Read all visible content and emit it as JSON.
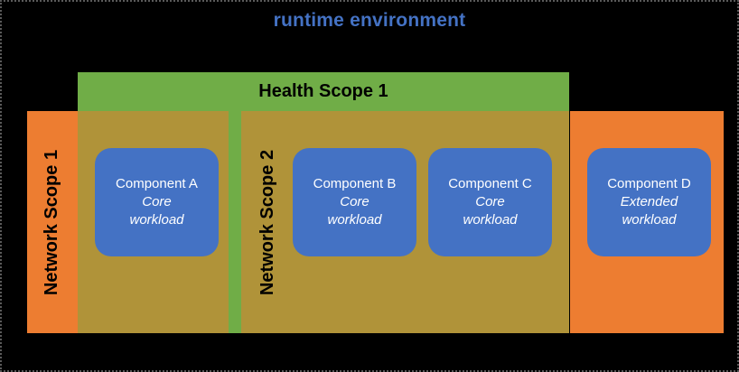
{
  "title": {
    "text": "runtime environment"
  },
  "health_scope": {
    "label": "Health Scope 1"
  },
  "network_scopes": [
    {
      "label": "Network Scope 1"
    },
    {
      "label": "Network Scope 2"
    }
  ],
  "components": [
    {
      "name": "Component A",
      "workload": "Core\nworkload"
    },
    {
      "name": "Component B",
      "workload": "Core\nworkload"
    },
    {
      "name": "Component C",
      "workload": "Core\nworkload"
    },
    {
      "name": "Component D",
      "workload": "Extended\nworkload"
    }
  ],
  "colors": {
    "background": "#000000",
    "border_dots": "#5a5a5a",
    "title_text": "#4472C4",
    "health_scope_green": "#70AD47",
    "network_scope_orange": "#ED7D31",
    "scope_overlap_olive": "#B09339",
    "component_blue": "#4472C4",
    "component_text": "#FFFFFF",
    "label_text": "#000000"
  }
}
